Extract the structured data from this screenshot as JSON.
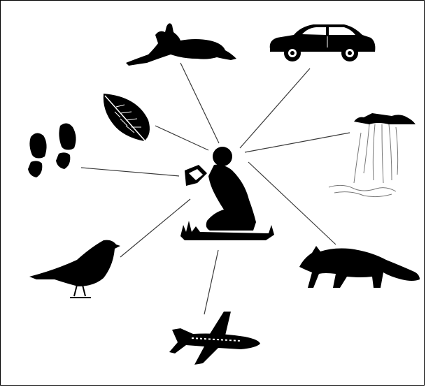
{
  "diagram": {
    "center": {
      "subject": "child-reading-book"
    },
    "items": [
      {
        "id": "rabbit"
      },
      {
        "id": "car"
      },
      {
        "id": "leaf"
      },
      {
        "id": "waterfall"
      },
      {
        "id": "footprints"
      },
      {
        "id": "bird"
      },
      {
        "id": "fox"
      },
      {
        "id": "airplane"
      }
    ],
    "colors": {
      "silhouette": "#000000",
      "line": "#3a3a3a",
      "background": "#ffffff"
    }
  }
}
